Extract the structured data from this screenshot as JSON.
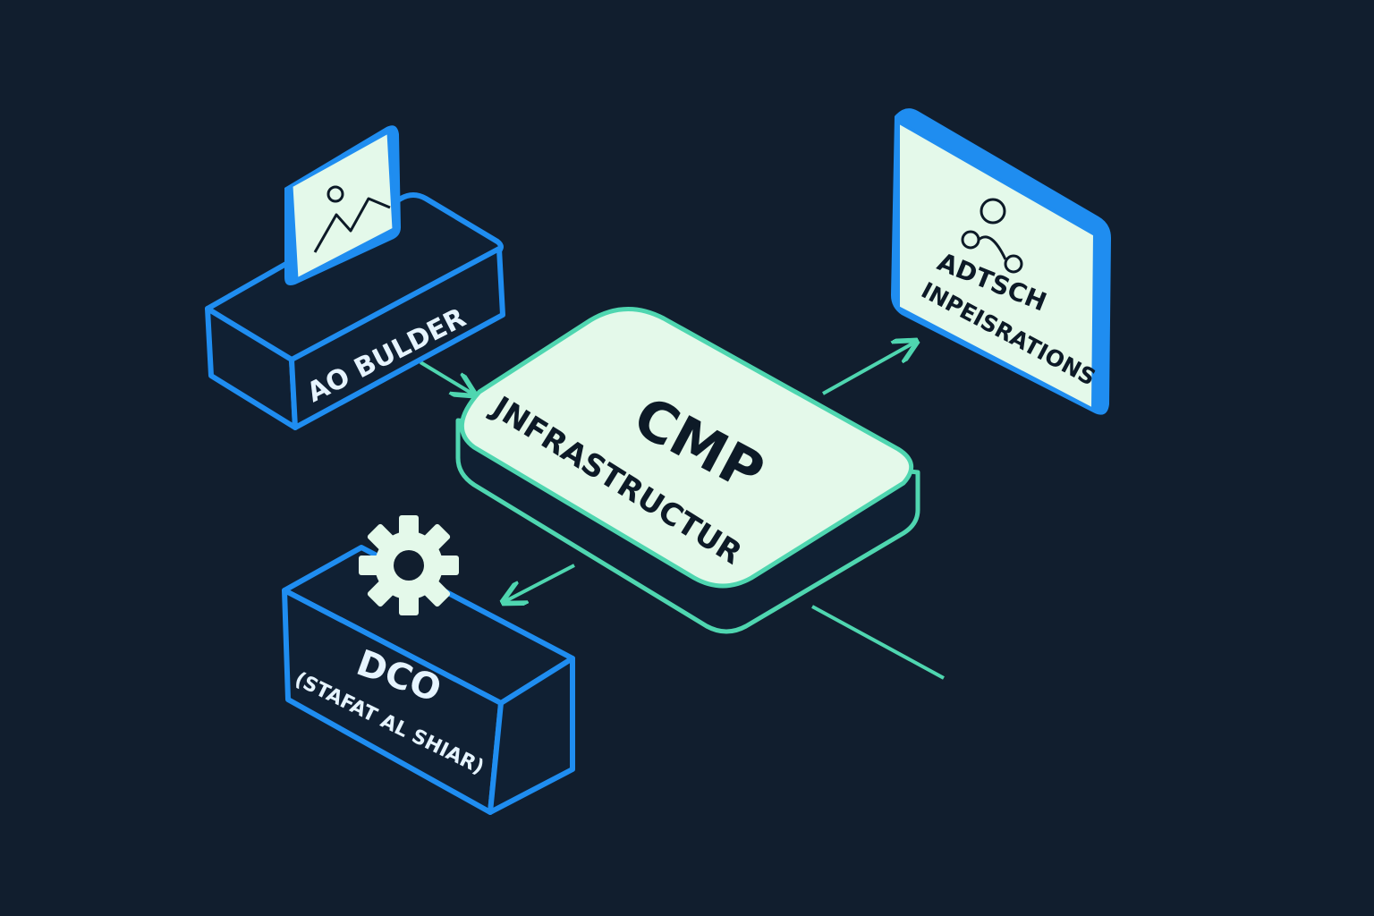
{
  "colors": {
    "background": "#111e2e",
    "blue_stroke": "#1f8df0",
    "teal_stroke": "#4fd6b0",
    "node_fill_light": "#e4f9ea",
    "node_fill_dark": "#102033",
    "ink": "#0d1a27",
    "light_text": "#e6f4ff"
  },
  "nodes": {
    "ad_builder": {
      "label": "AO BULDER",
      "icon": "image-icon"
    },
    "cmp": {
      "title": "CMP",
      "subtitle": "JNFRASTRUCTUR"
    },
    "adtech": {
      "line1": "ADTSCH",
      "line2": "INPEISRATIONS",
      "icon": "network-icon"
    },
    "dco": {
      "title": "DCO",
      "subtitle": "(STAFAT AL SHIAR)",
      "icon": "gear-icon"
    }
  }
}
